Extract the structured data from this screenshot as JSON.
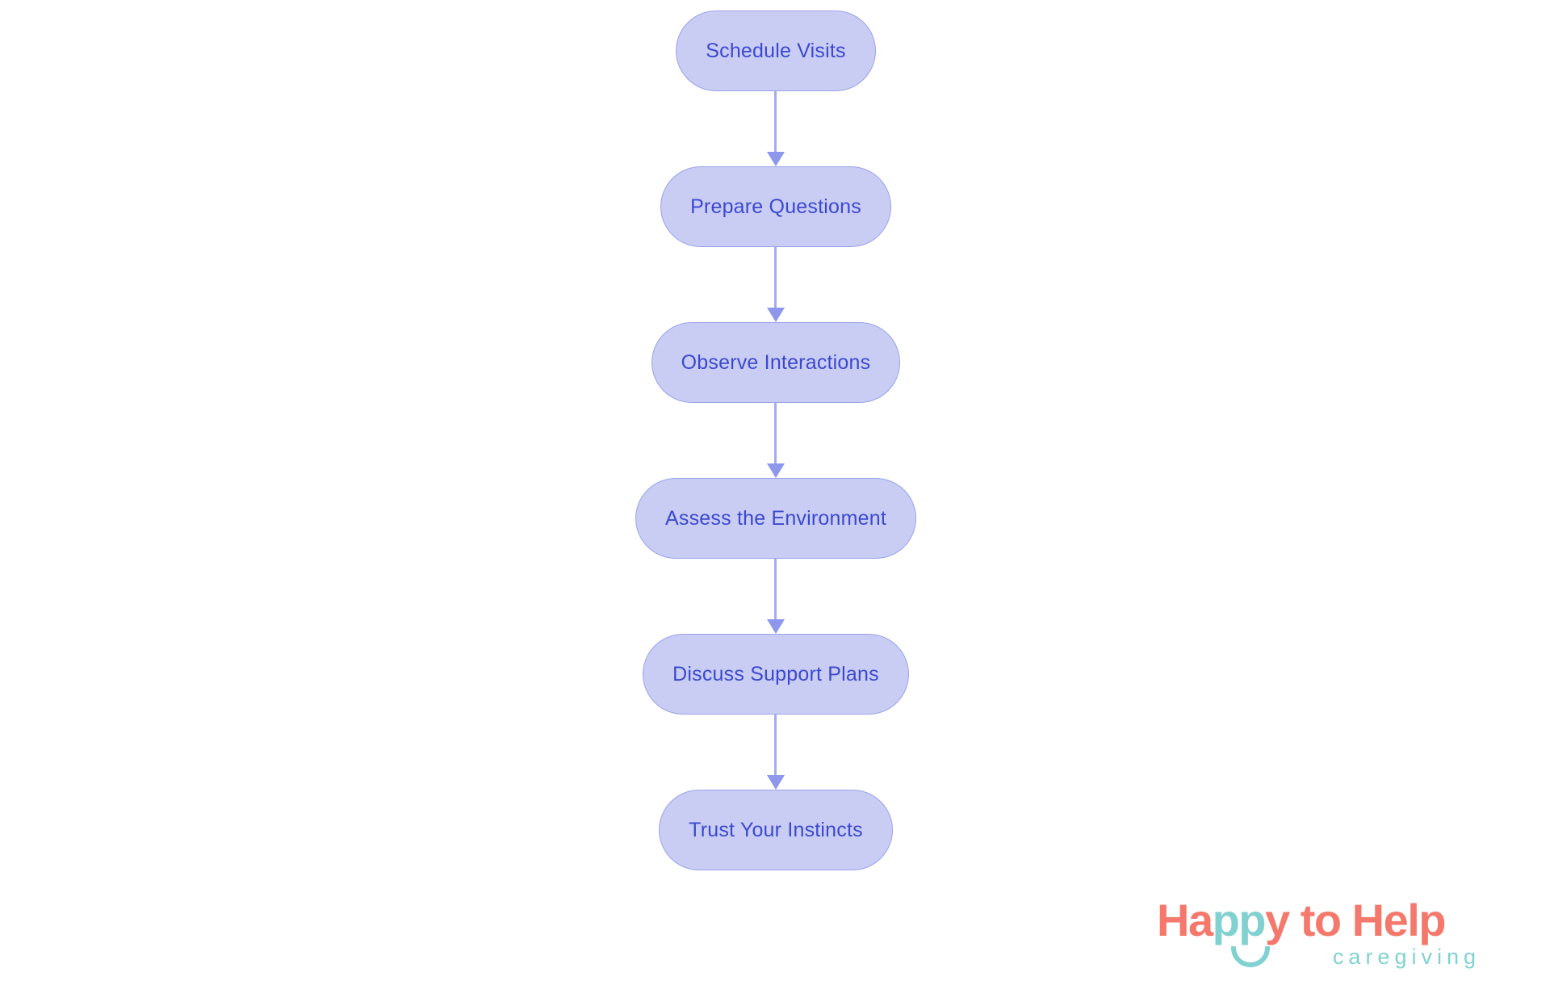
{
  "theme": {
    "bg": "#ffffff",
    "node_fill": "#c9cdf4",
    "node_border": "#99a3ea",
    "node_text": "#3c49cf",
    "arrow_line": "#a3abf1",
    "arrow_head": "#8d97ec",
    "coral": "#f4796c",
    "teal": "#82d1d1"
  },
  "flowchart": {
    "type": "vertical-flow",
    "steps": [
      {
        "label": "Schedule Visits"
      },
      {
        "label": "Prepare Questions"
      },
      {
        "label": "Observe Interactions"
      },
      {
        "label": "Assess the Environment"
      },
      {
        "label": "Discuss Support Plans"
      },
      {
        "label": "Trust Your Instincts"
      }
    ]
  },
  "logo": {
    "word_parts": [
      {
        "text": "Ha"
      },
      {
        "text": "pp"
      },
      {
        "text": "y to Help"
      }
    ],
    "tagline": "caregiving"
  }
}
